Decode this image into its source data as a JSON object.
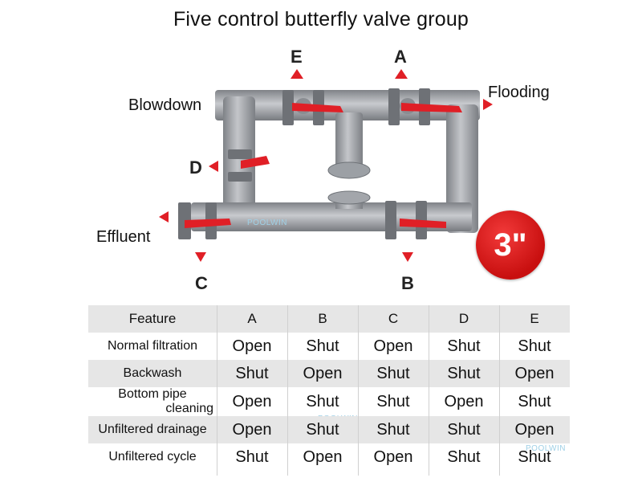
{
  "title": "Five control butterfly valve group",
  "labels": {
    "blowdown": "Blowdown",
    "flooding": "Flooding",
    "effluent": "Effluent"
  },
  "ports": {
    "a": "A",
    "b": "B",
    "c": "C",
    "d": "D",
    "e": "E"
  },
  "size_badge": "3\"",
  "watermark": "POOLWIN",
  "colors": {
    "pipe": "#9ea1a6",
    "valve_handle": "#e01f26",
    "arrow": "#e01f26",
    "badge": "#d91414",
    "row_shade": "#e6e6e6"
  },
  "table": {
    "headers": [
      "Feature",
      "A",
      "B",
      "C",
      "D",
      "E"
    ],
    "rows": [
      {
        "feature": "Normal filtration",
        "values": [
          "Open",
          "Shut",
          "Open",
          "Shut",
          "Shut"
        ]
      },
      {
        "feature": "Backwash",
        "values": [
          "Shut",
          "Open",
          "Shut",
          "Shut",
          "Open"
        ]
      },
      {
        "feature_line1": "Bottom pipe",
        "feature_line2": "cleaning",
        "values": [
          "Open",
          "Shut",
          "Shut",
          "Open",
          "Shut"
        ]
      },
      {
        "feature": "Unfiltered drainage",
        "values": [
          "Open",
          "Shut",
          "Shut",
          "Shut",
          "Open"
        ]
      },
      {
        "feature": "Unfiltered cycle",
        "values": [
          "Shut",
          "Open",
          "Open",
          "Shut",
          "Shut"
        ]
      }
    ]
  }
}
